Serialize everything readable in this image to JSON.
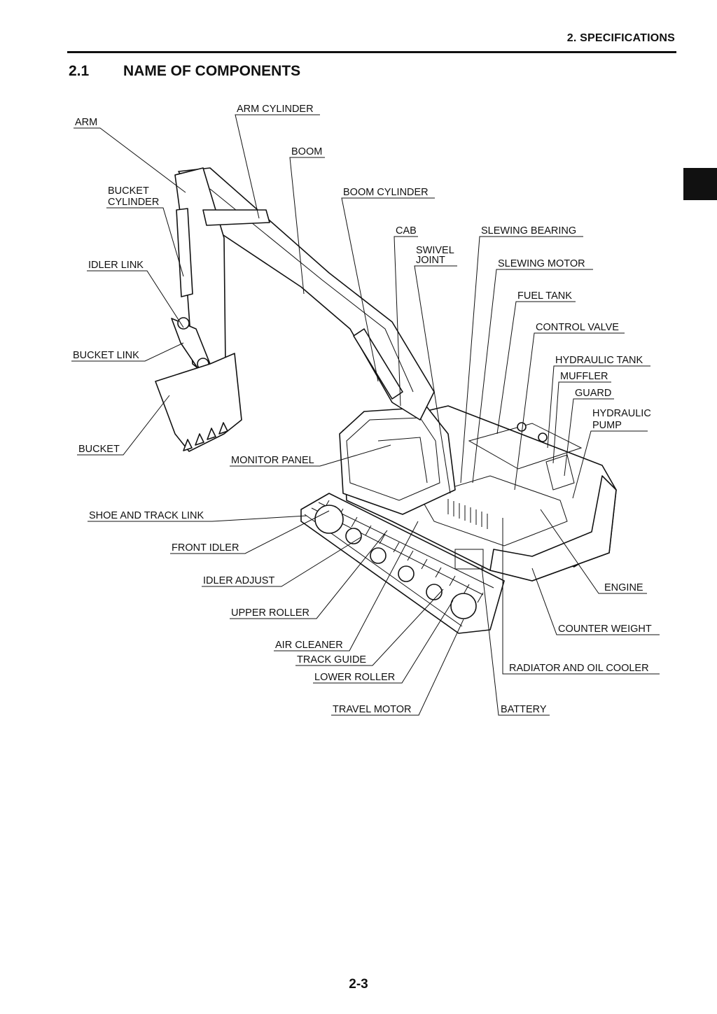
{
  "header": {
    "title": "2. SPECIFICATIONS"
  },
  "section": {
    "number": "2.1",
    "title": "NAME OF COMPONENTS"
  },
  "footer": {
    "page_number": "2-3"
  },
  "labels": {
    "arm": "ARM",
    "arm_cylinder": "ARM CYLINDER",
    "boom": "BOOM",
    "bucket_cylinder_1": "BUCKET",
    "bucket_cylinder_2": "CYLINDER",
    "boom_cylinder": "BOOM CYLINDER",
    "cab": "CAB",
    "slewing_bearing": "SLEWING BEARING",
    "swivel_joint_1": "SWIVEL",
    "swivel_joint_2": "JOINT",
    "idler_link": "IDLER LINK",
    "slewing_motor": "SLEWING MOTOR",
    "fuel_tank": "FUEL TANK",
    "control_valve": "CONTROL VALVE",
    "bucket_link": "BUCKET LINK",
    "hydraulic_tank": "HYDRAULIC TANK",
    "muffler": "MUFFLER",
    "guard": "GUARD",
    "hydraulic_pump_1": "HYDRAULIC",
    "hydraulic_pump_2": "PUMP",
    "bucket": "BUCKET",
    "monitor_panel": "MONITOR PANEL",
    "shoe_and_track_link": "SHOE AND TRACK LINK",
    "front_idler": "FRONT IDLER",
    "idler_adjust": "IDLER ADJUST",
    "engine": "ENGINE",
    "upper_roller": "UPPER ROLLER",
    "counter_weight": "COUNTER WEIGHT",
    "air_cleaner": "AIR CLEANER",
    "track_guide": "TRACK GUIDE",
    "radiator_and_oil_cooler": "RADIATOR AND OIL COOLER",
    "lower_roller": "LOWER ROLLER",
    "travel_motor": "TRAVEL MOTOR",
    "battery": "BATTERY"
  }
}
